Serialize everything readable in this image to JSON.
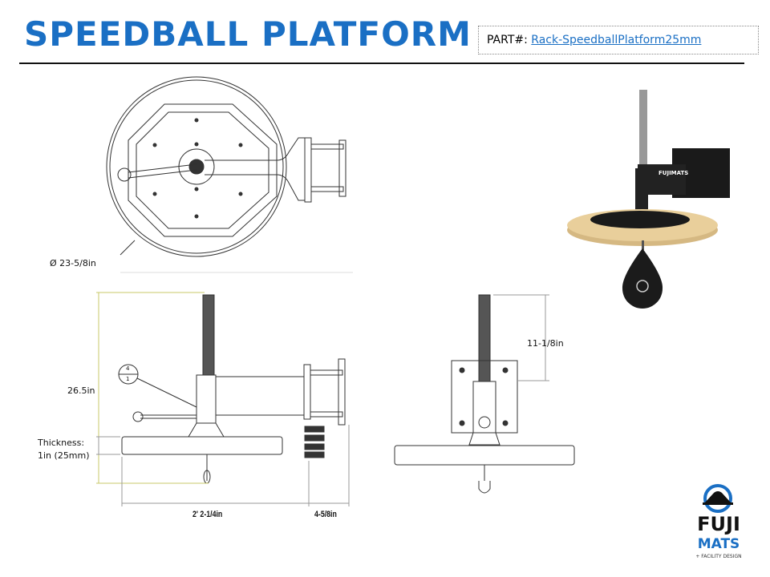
{
  "header": {
    "title": "SPEEDBALL PLATFORM",
    "part_label": "PART#:",
    "part_link": "Rack-SpeedballPlatform25mm"
  },
  "dimensions": {
    "diameter": "Ø 23-5/8in",
    "height": "26.5in",
    "thickness_label": "Thickness:",
    "thickness_value": "1in (25mm)",
    "width": "2' 2-1/4in",
    "bracket_depth": "4-5/8in",
    "spindle": "11-1/8in",
    "callout_top": "4",
    "callout_bottom": "1"
  },
  "logo": {
    "line1": "FUJI",
    "line2": "MATS",
    "line3": "+ FACILITY DESIGN",
    "bracket_text": "FUJIMATS"
  },
  "colors": {
    "brand_blue": "#1a6fc4",
    "wood": "#e9cf9b"
  }
}
